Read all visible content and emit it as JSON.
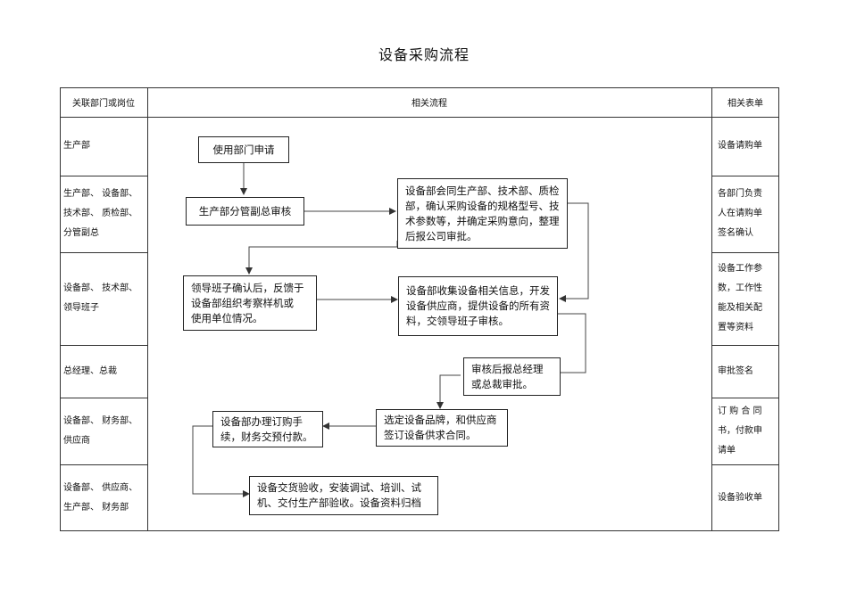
{
  "title": "设备采购流程",
  "headers": {
    "dept": "关联部门或岗位",
    "flow": "相关流程",
    "forms": "相关表单"
  },
  "rows": [
    {
      "dept": "生产部",
      "form": "设备请购单"
    },
    {
      "dept": "生产部、 设备部、\n技术部、 质检部、\n分管副总",
      "form": "各部门负责\n人在请购单\n签名确认"
    },
    {
      "dept": "设备部、 技术部、\n领导班子",
      "form": "设备工作参\n数，工作性\n能及相关配\n置等资料"
    },
    {
      "dept": "总经理、总裁",
      "form": "审批签名"
    },
    {
      "dept": "设备部、 财务部、\n供应商",
      "form": "订 购 合 同\n书，付款申\n请单"
    },
    {
      "dept": "设备部、 供应商、\n生产部、 财务部",
      "form": "设备验收单"
    }
  ],
  "steps": {
    "s1": "使用部门申请",
    "s2": "生产部分管副总审核",
    "s3": "设备部会同生产部、技术部、质检\n部，确认采购设备的规格型号、技\n术参数等，并确定采购意向，整理\n后报公司审批。",
    "s4": "领导班子确认后，反馈于\n设备部组织考察样机或\n使用单位情况。",
    "s5": "设备部收集设备相关信息，开发\n设备供应商，提供设备的所有资\n料，交领导班子审核。",
    "s6": "审核后报总经理\n或总裁审批。",
    "s7": "选定设备品牌，和供应商\n签订设备供求合同。",
    "s8": "设备部办理订购手\n续，财务交预付款。",
    "s9": "设备交货验收，安装调试、培训、试\n机、交付生产部验收。设备资料归档"
  }
}
